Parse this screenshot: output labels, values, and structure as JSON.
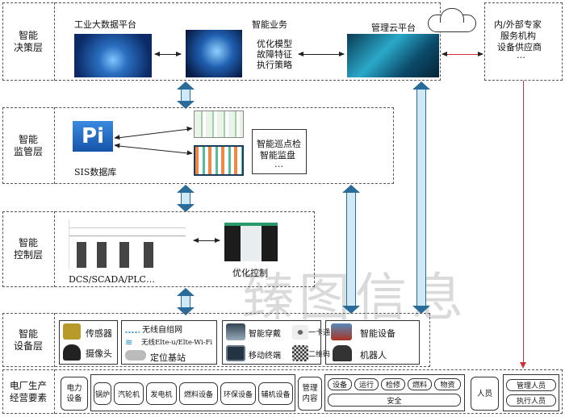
{
  "layers": {
    "decision": {
      "label": "智能\n决策层",
      "bigdata": "工业大数据平台",
      "business": "智能业务",
      "business_items": [
        "优化模型",
        "故障特征",
        "执行策略"
      ],
      "cloud": "管理云平台",
      "experts": [
        "内/外部专家",
        "服务机构",
        "设备供应商",
        "…"
      ]
    },
    "supervision": {
      "label": "智能\n监管层",
      "pi_logo": "Pi",
      "sis": "SIS数据库",
      "items": [
        "智能巡点检",
        "智能监盘",
        "…"
      ]
    },
    "control": {
      "label": "智能\n控制层",
      "dcs": "DCS/SCADA/PLC…",
      "opt": "优化控制"
    },
    "device": {
      "label": "智能\n设备层",
      "group1": [
        "传感器",
        "摄像头"
      ],
      "group2": [
        "无线自组网",
        "无线Elte-u/Elte-Wi-Fi",
        "定位基站"
      ],
      "group3": [
        "智能穿戴",
        "一卡通",
        "移动终端",
        "二维码"
      ],
      "group4": [
        "智能设备",
        "机器人"
      ]
    },
    "production": {
      "label": "电厂生产\n经营要素",
      "power": "电力\n设备",
      "equipment": [
        "锅炉",
        "汽轮机",
        "发电机",
        "燃料设备",
        "环保设备",
        "辅机设备"
      ],
      "mgmt": "管理\n内容",
      "mgmt_items": [
        "设备",
        "运行",
        "检修",
        "燃料",
        "物资"
      ],
      "safety": "安全",
      "personnel": "人员",
      "personnel_items": [
        "管理人员",
        "执行人员"
      ]
    }
  },
  "watermark": "臻图信息",
  "colors": {
    "arrow_fill": "#cfe9f7",
    "red": "#d0303a"
  }
}
